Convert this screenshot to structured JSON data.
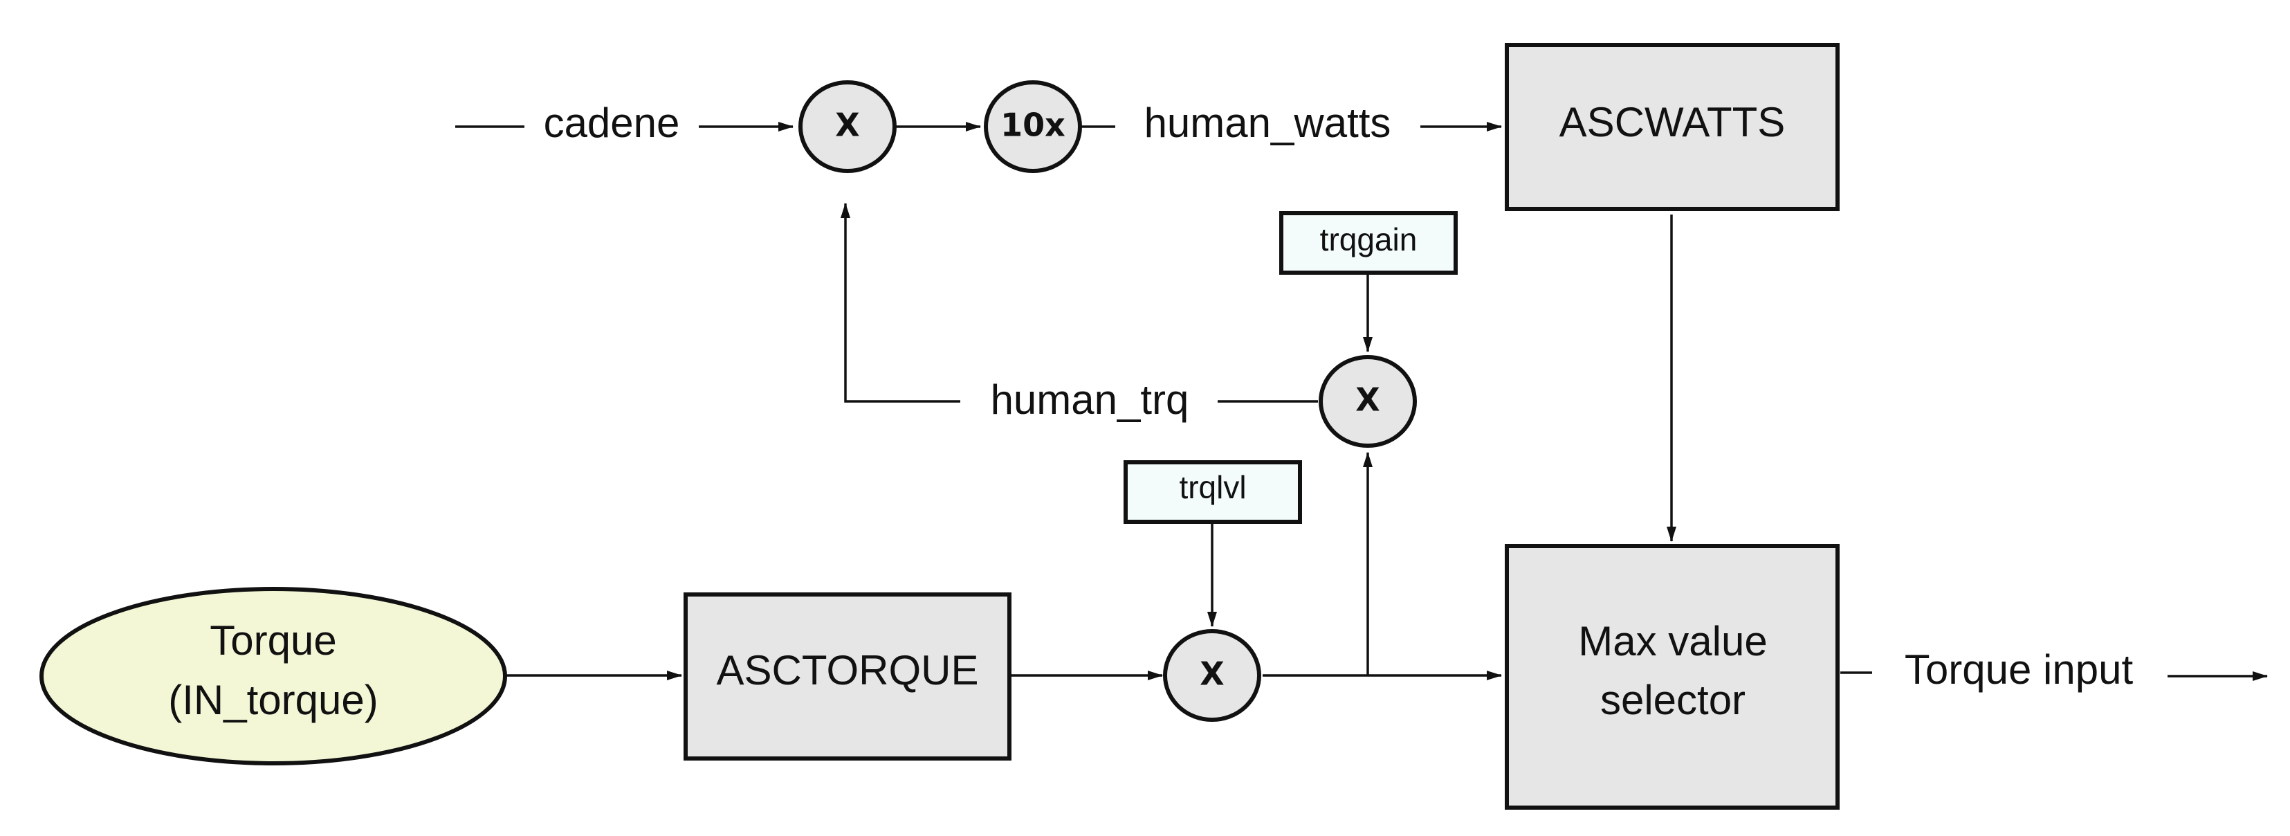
{
  "colors": {
    "block_fill": "#e6e6e6",
    "node_fill": "#e6e6e6",
    "param_fill": "#f4fbfb",
    "input_ellipse_fill": "#f4f7d6",
    "line": "#111111"
  },
  "signals": {
    "cadene": "cadene",
    "human_watts": "human_watts",
    "human_trq": "human_trq",
    "torque_output": "Torque input"
  },
  "operators": {
    "multiply": "X",
    "gain_10x": "10x"
  },
  "blocks": {
    "ascwatts": "ASCWATTS",
    "asctorque": "ASCTORQUE",
    "max_selector_line1": "Max value",
    "max_selector_line2": "selector"
  },
  "parameters": {
    "trqgain": "trqgain",
    "trqlvl": "trqlvl"
  },
  "input": {
    "line1": "Torque",
    "line2": "(IN_torque)"
  }
}
